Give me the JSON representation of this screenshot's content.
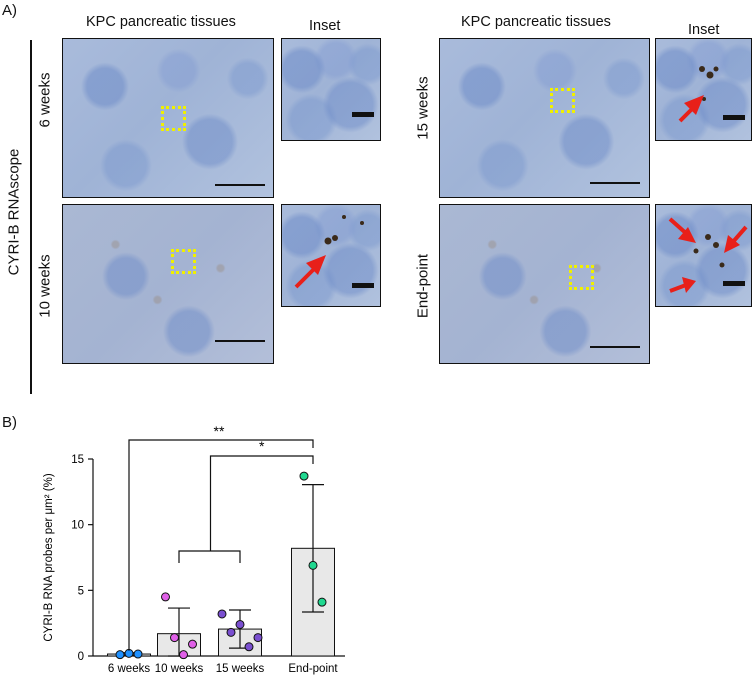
{
  "panel_a_label": "A)",
  "panel_b_label": "B)",
  "left_group_title": "KPC pancreatic tissues",
  "right_group_title": "KPC pancreatic tissues",
  "inset_label_left": "Inset",
  "inset_label_right": "Inset",
  "row_side_label": "CYRI-B RNAscope",
  "time_labels": [
    "6 weeks",
    "10 weeks",
    "15 weeks",
    "End-point"
  ],
  "colors": {
    "marker_box": "#f0f000",
    "arrow": "#e8201a"
  },
  "chart_data": {
    "type": "bar",
    "categories": [
      "6 weeks",
      "10 weeks",
      "15 weeks",
      "End-point"
    ],
    "values": [
      0.15,
      1.7,
      2.05,
      8.2
    ],
    "errors": [
      0.1,
      1.95,
      1.45,
      4.85
    ],
    "points": [
      [
        0.1,
        0.2,
        0.15
      ],
      [
        4.5,
        1.4,
        0.1,
        0.9
      ],
      [
        3.2,
        1.8,
        2.4,
        0.7,
        1.4
      ],
      [
        13.7,
        6.9,
        4.1
      ]
    ],
    "point_colors": [
      "#1e90ff",
      "#e060e8",
      "#7a4fd0",
      "#20d890"
    ],
    "ylabel": "CYRI-B RNA probes per μm² (%)",
    "ylim": [
      0,
      15
    ],
    "yticks": [
      0,
      5,
      10,
      15
    ],
    "significance": [
      {
        "label": "**",
        "from": "6 weeks",
        "to": "End-point"
      },
      {
        "label": "*",
        "from": "10 weeks + 15 weeks",
        "to": "End-point"
      }
    ]
  }
}
